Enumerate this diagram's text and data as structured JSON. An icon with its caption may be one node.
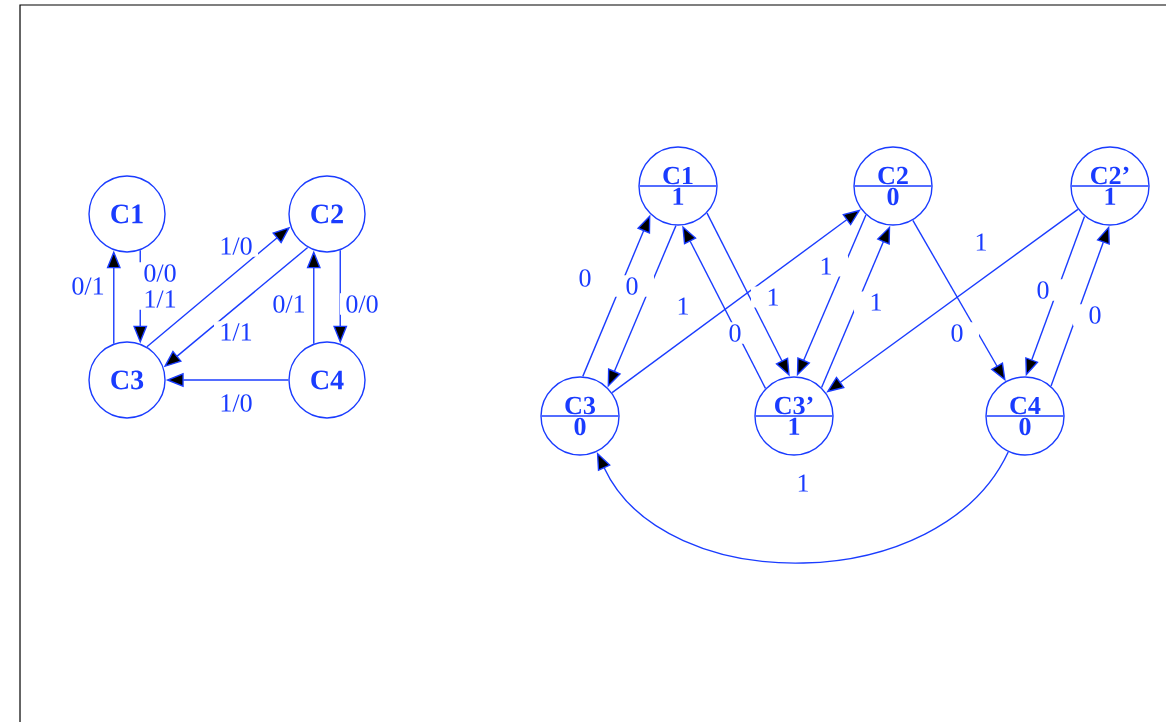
{
  "diagram": {
    "nodes": [
      {
        "text": [
          "C1"
        ]
      },
      {
        "text": [
          "C2"
        ]
      },
      {
        "text": [
          "C3"
        ]
      },
      {
        "text": [
          "C4"
        ]
      },
      {
        "text": [
          "C1",
          "1"
        ]
      },
      {
        "text": [
          "C2",
          "0"
        ]
      },
      {
        "text": [
          "C2’",
          "1"
        ]
      },
      {
        "text": [
          "C3",
          "0"
        ]
      },
      {
        "text": [
          "C3’",
          "1"
        ]
      },
      {
        "text": [
          "C4",
          "0"
        ]
      }
    ],
    "edges": [
      {
        "from": 2,
        "to": 0,
        "arrow": "to",
        "label": "0/1"
      },
      {
        "from": 0,
        "to": 2,
        "arrow": "to",
        "label": "0/0 1/1"
      },
      {
        "from": 2,
        "to": 1,
        "arrow": "to",
        "label": "1/0"
      },
      {
        "from": 1,
        "to": 2,
        "arrow": "to",
        "label": "1/1"
      },
      {
        "from": 3,
        "to": 1,
        "arrow": "to",
        "label": "0/1"
      },
      {
        "from": 1,
        "to": 3,
        "arrow": "to",
        "label": "0/0"
      },
      {
        "from": 3,
        "to": 2,
        "arrow": "to",
        "label": "1/0"
      },
      {
        "from": 7,
        "to": 4,
        "arrow": "to",
        "label": "0"
      },
      {
        "from": 4,
        "to": 7,
        "arrow": "to",
        "label": "0"
      },
      {
        "from": 7,
        "to": 5,
        "arrow": "to",
        "label": "1"
      },
      {
        "from": 4,
        "to": 8,
        "arrow": "to",
        "label": "1"
      },
      {
        "from": 8,
        "to": 4,
        "arrow": "to",
        "label": "0"
      },
      {
        "from": 5,
        "to": 8,
        "arrow": "to",
        "label": "1"
      },
      {
        "from": 8,
        "to": 5,
        "arrow": "to",
        "label": "1"
      },
      {
        "from": 5,
        "to": 9,
        "arrow": "to",
        "label": "0"
      },
      {
        "from": 6,
        "to": 8,
        "arrow": "to",
        "label": "1"
      },
      {
        "from": 6,
        "to": 9,
        "arrow": "to",
        "label": "0"
      },
      {
        "from": 9,
        "to": 6,
        "arrow": "to",
        "label": "0"
      },
      {
        "from": 9,
        "to": 7,
        "arrow": "to",
        "label": "1"
      }
    ]
  }
}
